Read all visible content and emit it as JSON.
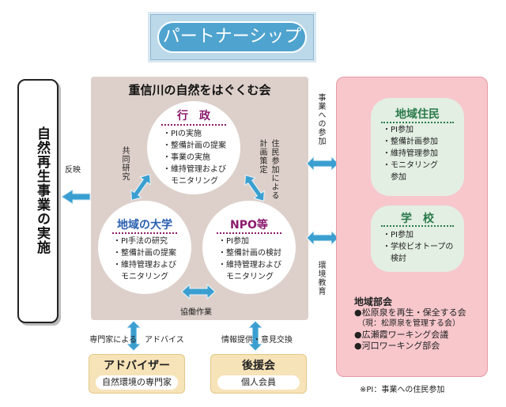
{
  "banner": {
    "title": "パートナーシップ"
  },
  "left": {
    "label": "自然再生事業の実施",
    "reflect_label": "反映"
  },
  "main": {
    "title": "重信川の自然をはぐくむ会",
    "gyosei": {
      "title": "行　政",
      "items": [
        "・PIの実施",
        "・整備計画の提案",
        "・事業の実施",
        "・維持管理および",
        "　モニタリング"
      ]
    },
    "daigaku": {
      "title": "地域の大学",
      "items": [
        "・PI手法の研究",
        "・整備計画の提案",
        "・維持管理および",
        "　モニタリング"
      ]
    },
    "npo": {
      "title": "NPO等",
      "items": [
        "・PI参加",
        "・整備計画の検討",
        "・維持管理および",
        "　モニタリング"
      ]
    },
    "label_kyodo_kenkyu": "共同研究",
    "label_jumin_sanka": "住民参加による計画策定",
    "label_kyodo_sagyo": "協働作業"
  },
  "middle": {
    "label_jigyo_sanka": "事業への参加",
    "label_kankyo_kyoiku": "環境教育"
  },
  "community": {
    "jumin": {
      "title": "地域住民",
      "items": [
        "・PI参加",
        "・整備計画参加",
        "・維持管理参加",
        "・モニタリング",
        "　参加"
      ]
    },
    "gakko": {
      "title": "学　校",
      "items": [
        "・PI参加",
        "・学校ビオトープの",
        "　検討"
      ]
    },
    "bukai": {
      "title": "地域部会",
      "items": [
        "●松原泉を再生・保全する会",
        "（現：松原泉を管理する会）",
        "●広瀬霞ワーキング会議",
        "●河口ワーキング部会"
      ]
    }
  },
  "bottom": {
    "advice_label": "専門家による　アドバイス",
    "info_label": "情報提供・意見交換",
    "adviser": {
      "title": "アドバイザー",
      "sub": "自然環境の専門家"
    },
    "koenkai": {
      "title": "後援会",
      "sub": "個人会員"
    },
    "footnote": "※PI：事業への住民参加"
  },
  "colors": {
    "arrow": "#3a9fd0",
    "accent_purple": "#8b1a6d",
    "green": "#2a7a4a",
    "pink": "#f7c7cc",
    "brown": "#ddd0ca"
  }
}
